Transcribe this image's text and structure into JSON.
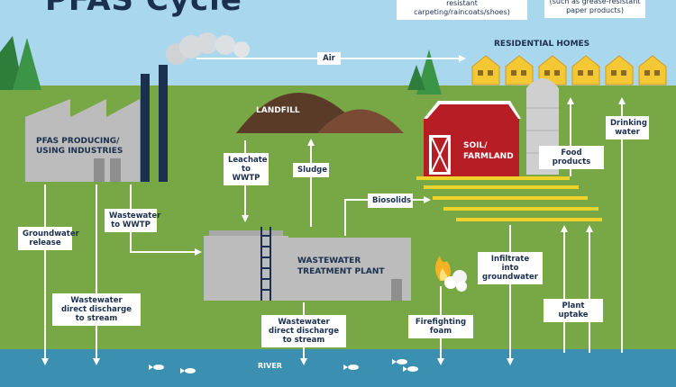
{
  "title": "PFAS Cycle",
  "top_notes": {
    "left": "resistant carpeting/raincoats/shoes)",
    "right": "(such as grease-resistant paper products)"
  },
  "places": {
    "residential_homes": "RESIDENTIAL HOMES",
    "landfill": "LANDFILL",
    "industries": "PFAS PRODUCING/ USING INDUSTRIES",
    "soil_farmland": "SOIL/ FARMLAND",
    "wwtp": "WASTEWATER TREATMENT PLANT",
    "river": "RIVER"
  },
  "flow_labels": {
    "air": "Air",
    "leachate": "Leachate to WWTP",
    "sludge": "Sludge",
    "biosolids": "Biosolids",
    "food_products": "Food products",
    "drinking_water": "Drinking water",
    "groundwater_release": "Groundwater release",
    "wastewater_to_wwtp": "Wastewater to WWTP",
    "wastewater_direct_stream": "Wastewater direct discharge to stream",
    "wwtp_to_stream": "Wastewater direct discharge to stream",
    "firefighting_foam": "Firefighting foam",
    "infiltrate": "Infiltrate into groundwater",
    "plant_uptake": "Plant uptake"
  },
  "colors": {
    "sky": "#a9d7ee",
    "grass": "#78a845",
    "water": "#3b8fb1",
    "navy": "#1b2f4e",
    "barn_red": "#b71d24",
    "field_yellow": "#efd32a",
    "house_yellow": "#f4c834",
    "factory_gray": "#bcbcbc"
  }
}
